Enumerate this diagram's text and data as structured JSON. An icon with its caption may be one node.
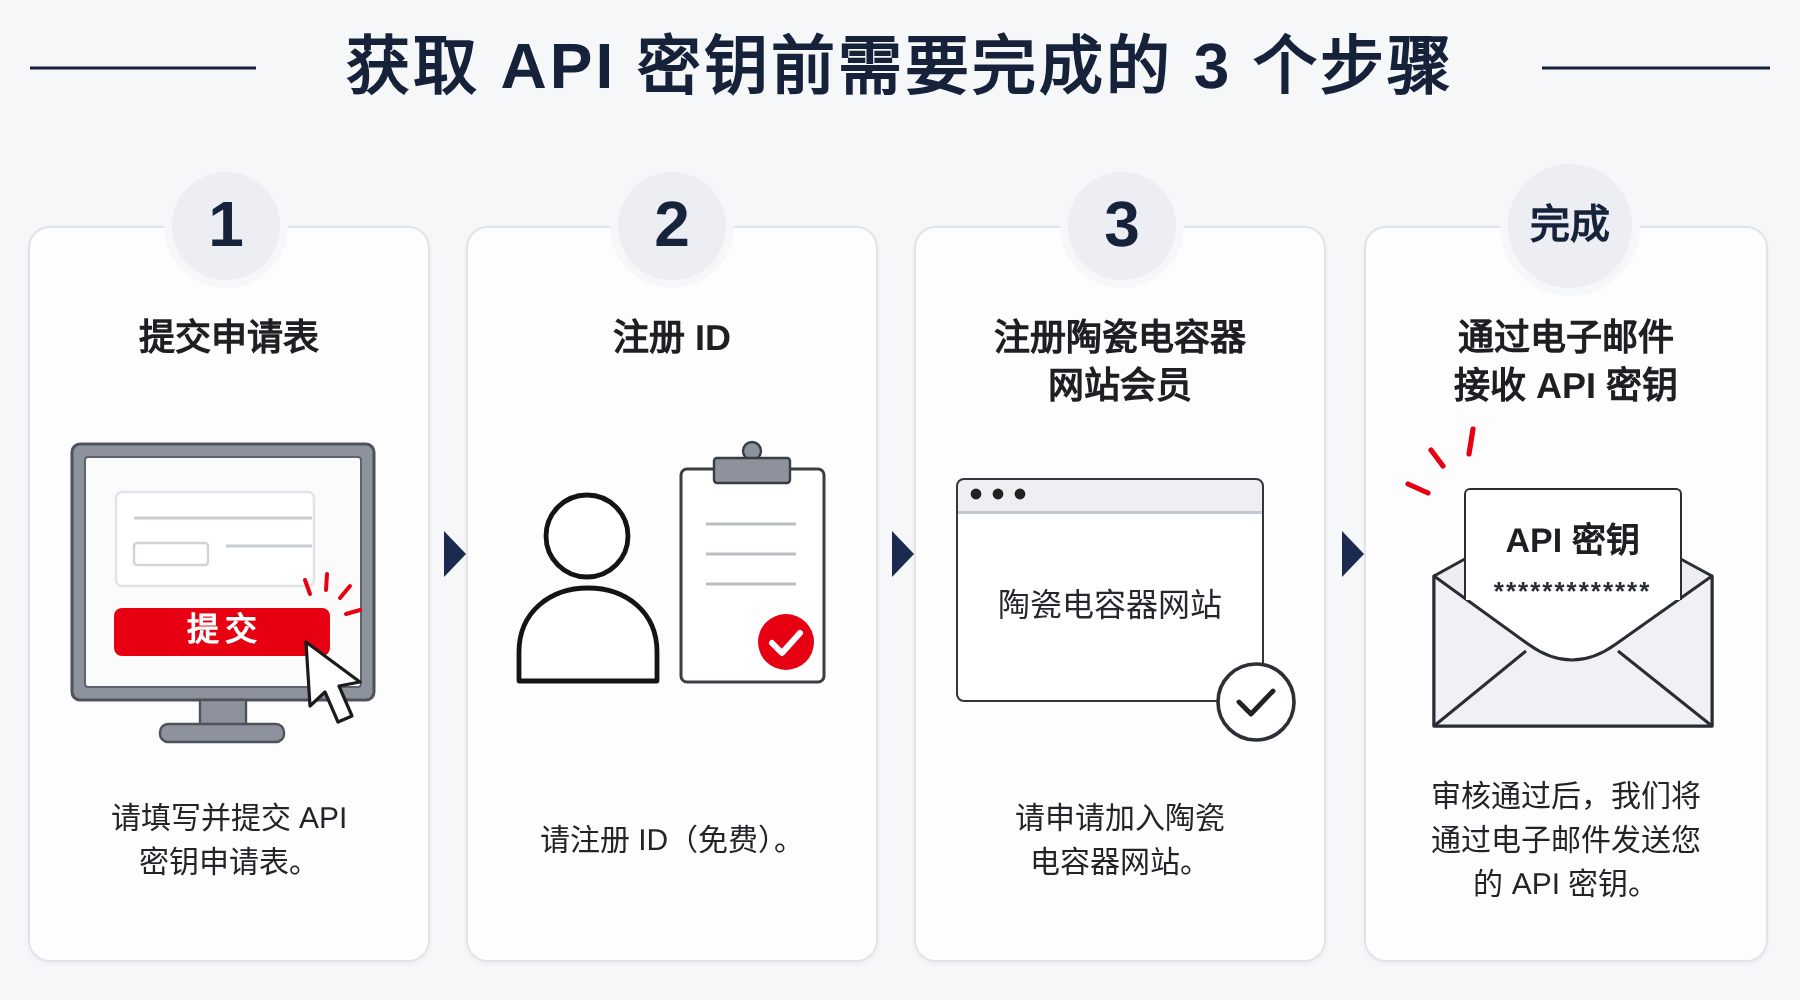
{
  "diagram": {
    "title": "获取 API 密钥前需要完成的 3 个步骤",
    "nodes": [
      {
        "text": [
          "1"
        ]
      },
      {
        "text": [
          "提交申请表",
          "请填写并提交 API 密钥申请表。"
        ]
      },
      {
        "text": [
          "提交"
        ],
        "in": 1
      },
      {
        "text": [
          "2"
        ]
      },
      {
        "text": [
          "注册 ID",
          "请注册 ID（免费）。"
        ]
      },
      {
        "text": [
          "3"
        ]
      },
      {
        "text": [
          "注册陶瓷电容器网站会员",
          "请申请加入陶瓷电容器网站。"
        ]
      },
      {
        "text": [
          "陶瓷电容器网站"
        ],
        "in": 6
      },
      {
        "text": [
          "完成"
        ]
      },
      {
        "text": [
          "通过电子邮件接收 API 密钥",
          "审核通过后，我们将通过电子邮件发送您的 API 密钥。"
        ]
      },
      {
        "text": [
          "API 密钥",
          "*************"
        ],
        "in": 9
      }
    ],
    "edges": [
      {
        "from": 1,
        "to": 4,
        "arrow": "to"
      },
      {
        "from": 4,
        "to": 6,
        "arrow": "to"
      },
      {
        "from": 6,
        "to": 9,
        "arrow": "to"
      }
    ]
  }
}
